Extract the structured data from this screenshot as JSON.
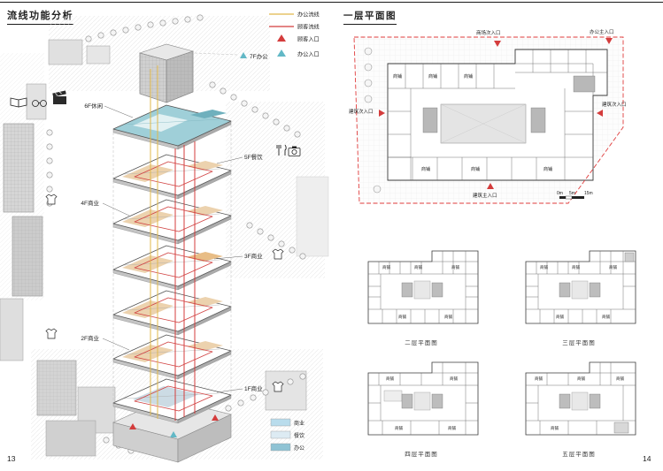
{
  "page": {
    "left_number": "13",
    "right_number": "14"
  },
  "colors": {
    "office_route": "#e0b84a",
    "customer_route": "#d43c3c",
    "customer_entrance": "#d43c3c",
    "office_entrance": "#62b8c6",
    "boundary_red": "#e03c3c"
  },
  "left": {
    "title": "流线功能分析",
    "legend": {
      "office_route": "办公流线",
      "customer_route": "顾客流线",
      "customer_entrance": "顾客入口",
      "office_entrance": "办公入口"
    },
    "floors": {
      "f7": "7F办公",
      "f6": "6F休闲",
      "f5": "5F餐饮",
      "f4": "4F商业",
      "f3": "3F商业",
      "f2": "2F商业",
      "f1": "1F商业"
    },
    "program_legend": [
      {
        "label": "商业",
        "color": "#b9dcec"
      },
      {
        "label": "餐饮",
        "color": "#ddebf3"
      },
      {
        "label": "办公",
        "color": "#8fc3d4"
      }
    ]
  },
  "right": {
    "title": "一层平面图",
    "entrances": {
      "top": "商场次入口",
      "top_right": "办公主入口",
      "left": "建筑次入口",
      "right": "建筑次入口",
      "bottom": "建筑主入口"
    },
    "room_label": "商铺",
    "scale": {
      "zero": "0m",
      "five": "5m",
      "fifteen": "15m"
    },
    "small_plans": [
      {
        "caption": "二层平面图"
      },
      {
        "caption": "三层平面图"
      },
      {
        "caption": "四层平面图"
      },
      {
        "caption": "五层平面图"
      }
    ]
  }
}
